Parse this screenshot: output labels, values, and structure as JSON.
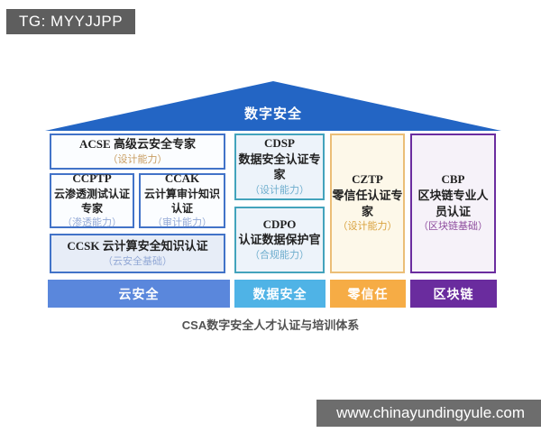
{
  "badge": {
    "text": "TG: MYYJJPP"
  },
  "watermark": {
    "text": "www.chinayundingyule.com"
  },
  "diagram": {
    "roof": {
      "label": "数字安全",
      "color": "#2365c4"
    },
    "caption": "CSA数字安全人才认证与培训体系",
    "pillars": [
      {
        "name": "云安全",
        "bar_color": "#5a87dc",
        "border_color": "#4273c8",
        "certs": [
          {
            "title": "ACSE 高级云安全专家",
            "capability": "（设计能力）",
            "capability_color": "#c89d62",
            "bg": "#fbfdff"
          },
          {
            "code": "CCPTP",
            "title": "云渗透测试认证专家",
            "capability": "（渗透能力）",
            "capability_color": "#93a9d6",
            "bg": "#fbfdff"
          },
          {
            "code": "CCAK",
            "title": "云计算审计知识认证",
            "capability": "（审计能力）",
            "capability_color": "#93a9d6",
            "bg": "#fbfdff"
          },
          {
            "title": "CCSK 云计算安全知识认证",
            "capability": "（云安全基础）",
            "capability_color": "#93a9d6",
            "bg": "#e7edf7"
          }
        ]
      },
      {
        "name": "数据安全",
        "bar_color": "#4fb3e6",
        "border_color": "#43a3bc",
        "certs": [
          {
            "code": "CDSP",
            "title": "数据安全认证专家",
            "capability": "（设计能力）",
            "capability_color": "#6faece",
            "bg": "#edf3fa"
          },
          {
            "code": "CDPO",
            "title": "认证数据保护官",
            "capability": "（合规能力）",
            "capability_color": "#6faece",
            "bg": "#edf3fa"
          }
        ]
      },
      {
        "name": "零信任",
        "bar_color": "#f6ac45",
        "border_color": "#ebbe77",
        "certs": [
          {
            "code": "CZTP",
            "title": "零信任认证专家",
            "capability": "（设计能力）",
            "capability_color": "#d9a23f",
            "bg": "#fdf8e9"
          }
        ]
      },
      {
        "name": "区块链",
        "bar_color": "#6a2c9e",
        "border_color": "#6b2d9f",
        "certs": [
          {
            "code": "CBP",
            "title": "区块链专业人员认证",
            "capability": "（区块链基础）",
            "capability_color": "#8e4d9e",
            "bg": "#f6f2f9"
          }
        ]
      }
    ]
  }
}
